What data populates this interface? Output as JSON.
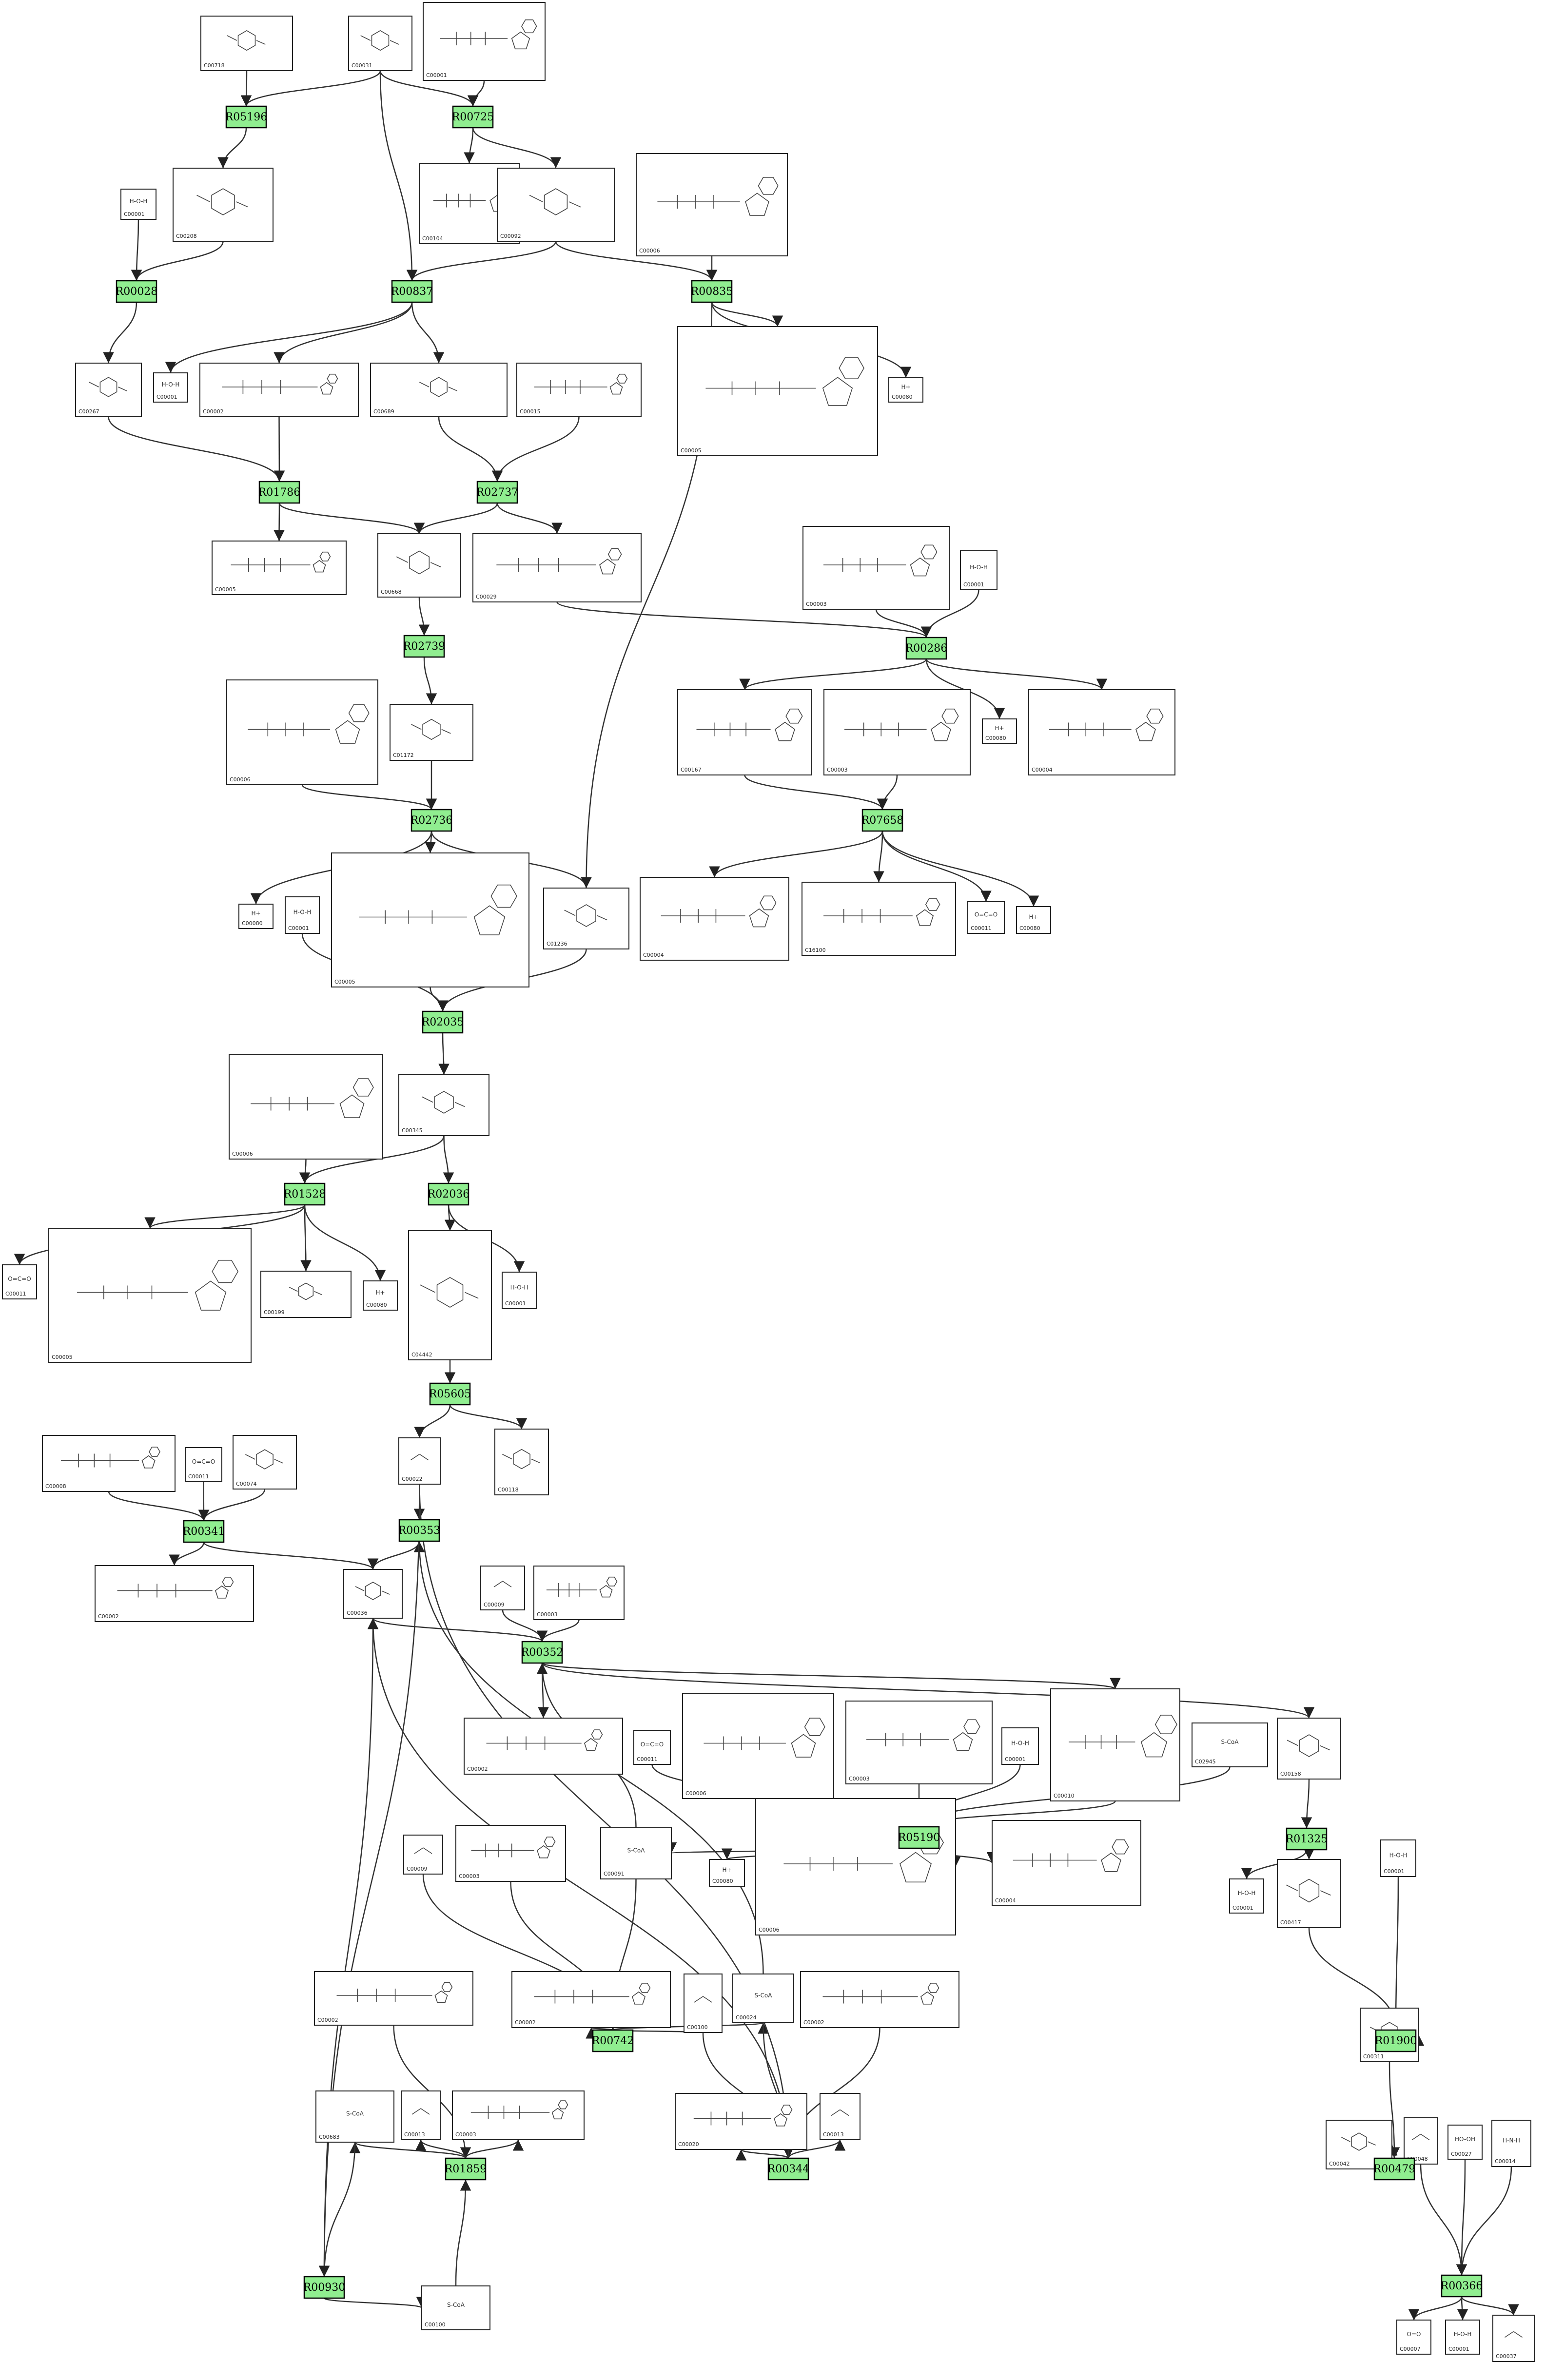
{
  "colors": {
    "reaction": "#90ee90",
    "edge": "#333333",
    "box": "#222222"
  },
  "compounds": [
    {
      "id": "c1",
      "label": "C00718",
      "kind": "sugar"
    },
    {
      "id": "c2",
      "label": "C00031",
      "kind": "sugar"
    },
    {
      "id": "c3",
      "label": "C00001",
      "kind": "nucleotide"
    },
    {
      "id": "c4",
      "label": "C00001",
      "kind": "small",
      "text": "H-O-H"
    },
    {
      "id": "c5",
      "label": "C00208",
      "kind": "sugar"
    },
    {
      "id": "c6",
      "label": "C00104",
      "kind": "nucleotide"
    },
    {
      "id": "c7",
      "label": "C00092",
      "kind": "sugar"
    },
    {
      "id": "c8",
      "label": "C00006",
      "kind": "nucleotide"
    },
    {
      "id": "c9",
      "label": "C00267",
      "kind": "sugar"
    },
    {
      "id": "c10",
      "label": "C00001",
      "kind": "small",
      "text": "H-O-H"
    },
    {
      "id": "c11",
      "label": "C00002",
      "kind": "nucleotide"
    },
    {
      "id": "c12",
      "label": "C00689",
      "kind": "sugar"
    },
    {
      "id": "c13",
      "label": "C00015",
      "kind": "nucleotide"
    },
    {
      "id": "c14",
      "label": "C00005",
      "kind": "nucleotide"
    },
    {
      "id": "c15",
      "label": "C00080",
      "kind": "small",
      "text": "H+"
    },
    {
      "id": "c16",
      "label": "C00005",
      "kind": "nucleotide"
    },
    {
      "id": "c17",
      "label": "C00668",
      "kind": "sugar"
    },
    {
      "id": "c18",
      "label": "C00029",
      "kind": "nucleotide"
    },
    {
      "id": "c19",
      "label": "C00003",
      "kind": "nucleotide"
    },
    {
      "id": "c20",
      "label": "C00001",
      "kind": "small",
      "text": "H-O-H"
    },
    {
      "id": "c21",
      "label": "C00006",
      "kind": "nucleotide"
    },
    {
      "id": "c22",
      "label": "C01172",
      "kind": "sugar"
    },
    {
      "id": "c23",
      "label": "C00167",
      "kind": "nucleotide"
    },
    {
      "id": "c24",
      "label": "C00003",
      "kind": "nucleotide"
    },
    {
      "id": "c25",
      "label": "C00080",
      "kind": "small",
      "text": "H+"
    },
    {
      "id": "c26",
      "label": "C00004",
      "kind": "nucleotide"
    },
    {
      "id": "c27",
      "label": "C00080",
      "kind": "small",
      "text": "H+"
    },
    {
      "id": "c28",
      "label": "C00001",
      "kind": "small",
      "text": "H-O-H"
    },
    {
      "id": "c29",
      "label": "C00005",
      "kind": "nucleotide"
    },
    {
      "id": "c30",
      "label": "C01236",
      "kind": "sugar"
    },
    {
      "id": "c31",
      "label": "C00004",
      "kind": "nucleotide"
    },
    {
      "id": "c32",
      "label": "C16100",
      "kind": "nucleotide"
    },
    {
      "id": "c33",
      "label": "C00011",
      "kind": "small",
      "text": "O=C=O"
    },
    {
      "id": "c34",
      "label": "C00080",
      "kind": "small",
      "text": "H+"
    },
    {
      "id": "c35",
      "label": "C00006",
      "kind": "nucleotide"
    },
    {
      "id": "c36",
      "label": "C00345",
      "kind": "sugar"
    },
    {
      "id": "c37",
      "label": "C00011",
      "kind": "small",
      "text": "O=C=O"
    },
    {
      "id": "c38",
      "label": "C00005",
      "kind": "nucleotide"
    },
    {
      "id": "c39",
      "label": "C00199",
      "kind": "sugar"
    },
    {
      "id": "c40",
      "label": "C00080",
      "kind": "small",
      "text": "H+"
    },
    {
      "id": "c41",
      "label": "C04442",
      "kind": "sugar"
    },
    {
      "id": "c42",
      "label": "C00001",
      "kind": "small",
      "text": "H-O-H"
    },
    {
      "id": "c43",
      "label": "C00022",
      "kind": "small"
    },
    {
      "id": "c44",
      "label": "C00118",
      "kind": "sugar"
    },
    {
      "id": "c45",
      "label": "C00008",
      "kind": "nucleotide"
    },
    {
      "id": "c46",
      "label": "C00011",
      "kind": "small",
      "text": "O=C=O"
    },
    {
      "id": "c47",
      "label": "C00074",
      "kind": "sugar"
    },
    {
      "id": "c48",
      "label": "C00002",
      "kind": "nucleotide"
    },
    {
      "id": "c49",
      "label": "C00036",
      "kind": "sugar"
    },
    {
      "id": "c50",
      "label": "C00009",
      "kind": "small"
    },
    {
      "id": "c51",
      "label": "C00003",
      "kind": "nucleotide"
    },
    {
      "id": "c52",
      "label": "C00002",
      "kind": "nucleotide"
    },
    {
      "id": "c53",
      "label": "C00011",
      "kind": "small",
      "text": "O=C=O"
    },
    {
      "id": "c54",
      "label": "C00006",
      "kind": "nucleotide"
    },
    {
      "id": "c55",
      "label": "C00003",
      "kind": "nucleotide"
    },
    {
      "id": "c56",
      "label": "C00001",
      "kind": "small",
      "text": "H-O-H"
    },
    {
      "id": "c57",
      "label": "C00010",
      "kind": "nucleotide"
    },
    {
      "id": "c58",
      "label": "C02945",
      "kind": "small",
      "text": "S-CoA"
    },
    {
      "id": "c59",
      "label": "C00158",
      "kind": "sugar"
    },
    {
      "id": "c60",
      "label": "C00009",
      "kind": "small"
    },
    {
      "id": "c61",
      "label": "C00003",
      "kind": "nucleotide"
    },
    {
      "id": "c62",
      "label": "C00091",
      "kind": "small",
      "text": "S-CoA"
    },
    {
      "id": "c63",
      "label": "C00080",
      "kind": "small",
      "text": "H+"
    },
    {
      "id": "c64",
      "label": "C00006",
      "kind": "nucleotide"
    },
    {
      "id": "c65",
      "label": "C00004",
      "kind": "nucleotide"
    },
    {
      "id": "c66",
      "label": "C00001",
      "kind": "small",
      "text": "H-O-H"
    },
    {
      "id": "c67",
      "label": "C00417",
      "kind": "sugar"
    },
    {
      "id": "c68",
      "label": "C00001",
      "kind": "small",
      "text": "H-O-H"
    },
    {
      "id": "c69",
      "label": "C00002",
      "kind": "nucleotide"
    },
    {
      "id": "c70",
      "label": "C00002",
      "kind": "nucleotide"
    },
    {
      "id": "c71",
      "label": "C00100",
      "kind": "small"
    },
    {
      "id": "c72",
      "label": "C00024",
      "kind": "small",
      "text": "S-CoA"
    },
    {
      "id": "c73",
      "label": "C00002",
      "kind": "nucleotide"
    },
    {
      "id": "c74",
      "label": "C00311",
      "kind": "sugar"
    },
    {
      "id": "c75",
      "label": "C00683",
      "kind": "small",
      "text": "S-CoA"
    },
    {
      "id": "c76",
      "label": "C00013",
      "kind": "small"
    },
    {
      "id": "c77",
      "label": "C00003",
      "kind": "nucleotide"
    },
    {
      "id": "c78",
      "label": "C00020",
      "kind": "nucleotide"
    },
    {
      "id": "c79",
      "label": "C00013",
      "kind": "small"
    },
    {
      "id": "c80",
      "label": "C00042",
      "kind": "sugar"
    },
    {
      "id": "c81",
      "label": "C00048",
      "kind": "small"
    },
    {
      "id": "c82",
      "label": "C00027",
      "kind": "small",
      "text": "HO-OH"
    },
    {
      "id": "c83",
      "label": "C00014",
      "kind": "small",
      "text": "H-N-H"
    },
    {
      "id": "c84",
      "label": "C00100",
      "kind": "small",
      "text": "S-CoA"
    },
    {
      "id": "c85",
      "label": "C00007",
      "kind": "small",
      "text": "O=O"
    },
    {
      "id": "c86",
      "label": "C00001",
      "kind": "small",
      "text": "H-O-H"
    },
    {
      "id": "c87",
      "label": "C00037",
      "kind": "small"
    }
  ],
  "reactions": [
    {
      "id": "r1",
      "label": "R05196"
    },
    {
      "id": "r2",
      "label": "R00725"
    },
    {
      "id": "r3",
      "label": "R00028"
    },
    {
      "id": "r4",
      "label": "R00837"
    },
    {
      "id": "r5",
      "label": "R00835"
    },
    {
      "id": "r6",
      "label": "R01786"
    },
    {
      "id": "r7",
      "label": "R02737"
    },
    {
      "id": "r8",
      "label": "R02739"
    },
    {
      "id": "r9",
      "label": "R00286"
    },
    {
      "id": "r10",
      "label": "R02736"
    },
    {
      "id": "r11",
      "label": "R07658"
    },
    {
      "id": "r12",
      "label": "R02035"
    },
    {
      "id": "r13",
      "label": "R01528"
    },
    {
      "id": "r14",
      "label": "R02036"
    },
    {
      "id": "r15",
      "label": "R05605"
    },
    {
      "id": "r16",
      "label": "R00341"
    },
    {
      "id": "r17",
      "label": "R00353"
    },
    {
      "id": "r18",
      "label": "R00352"
    },
    {
      "id": "r19",
      "label": "R05190"
    },
    {
      "id": "r20",
      "label": "R01325"
    },
    {
      "id": "r21",
      "label": "R00742"
    },
    {
      "id": "r22",
      "label": "R01900"
    },
    {
      "id": "r23",
      "label": "R01859"
    },
    {
      "id": "r24",
      "label": "R00344"
    },
    {
      "id": "r25",
      "label": "R00479"
    },
    {
      "id": "r26",
      "label": "R00930"
    },
    {
      "id": "r27",
      "label": "R00366"
    }
  ],
  "edges": [
    [
      "c1",
      "r1"
    ],
    [
      "c2",
      "r1"
    ],
    [
      "c2",
      "r2"
    ],
    [
      "c3",
      "r2"
    ],
    [
      "r1",
      "c5"
    ],
    [
      "r2",
      "c6"
    ],
    [
      "r2",
      "c7"
    ],
    [
      "c4",
      "r3"
    ],
    [
      "c5",
      "r3"
    ],
    [
      "r3",
      "c9"
    ],
    [
      "c2",
      "r4"
    ],
    [
      "c7",
      "r4"
    ],
    [
      "c7",
      "r5"
    ],
    [
      "c8",
      "r5"
    ],
    [
      "r4",
      "c10"
    ],
    [
      "r4",
      "c11"
    ],
    [
      "r4",
      "c12"
    ],
    [
      "r5",
      "c14"
    ],
    [
      "r5",
      "c15"
    ],
    [
      "c9",
      "r6"
    ],
    [
      "c11",
      "r6"
    ],
    [
      "c12",
      "r7"
    ],
    [
      "c13",
      "r7"
    ],
    [
      "r6",
      "c16"
    ],
    [
      "r6",
      "c17"
    ],
    [
      "r7",
      "c17"
    ],
    [
      "r7",
      "c18"
    ],
    [
      "c17",
      "r8"
    ],
    [
      "r8",
      "c22"
    ],
    [
      "c18",
      "r9"
    ],
    [
      "c19",
      "r9"
    ],
    [
      "c20",
      "r9"
    ],
    [
      "r9",
      "c23"
    ],
    [
      "r9",
      "c25"
    ],
    [
      "r9",
      "c26"
    ],
    [
      "c21",
      "r10"
    ],
    [
      "c22",
      "r10"
    ],
    [
      "c23",
      "r11"
    ],
    [
      "c24",
      "r11"
    ],
    [
      "r10",
      "c27"
    ],
    [
      "r10",
      "c29"
    ],
    [
      "r10",
      "c30"
    ],
    [
      "r5",
      "c30"
    ],
    [
      "r11",
      "c31"
    ],
    [
      "r11",
      "c32"
    ],
    [
      "r11",
      "c33"
    ],
    [
      "r11",
      "c34"
    ],
    [
      "c28",
      "r12"
    ],
    [
      "c29",
      "r12"
    ],
    [
      "c30",
      "r12"
    ],
    [
      "r12",
      "c36"
    ],
    [
      "c35",
      "r13"
    ],
    [
      "c36",
      "r13"
    ],
    [
      "c36",
      "r14"
    ],
    [
      "r13",
      "c37"
    ],
    [
      "r13",
      "c38"
    ],
    [
      "r13",
      "c39"
    ],
    [
      "r13",
      "c40"
    ],
    [
      "r14",
      "c41"
    ],
    [
      "r14",
      "c42"
    ],
    [
      "c41",
      "r15"
    ],
    [
      "r15",
      "c43"
    ],
    [
      "r15",
      "c44"
    ],
    [
      "c45",
      "r16"
    ],
    [
      "c46",
      "r16"
    ],
    [
      "c47",
      "r16"
    ],
    [
      "c43",
      "r17"
    ],
    [
      "r16",
      "c48"
    ],
    [
      "r16",
      "c49"
    ],
    [
      "r17",
      "c49"
    ],
    [
      "c49",
      "r18"
    ],
    [
      "c50",
      "r18"
    ],
    [
      "c51",
      "r18"
    ],
    [
      "r18",
      "c52"
    ],
    [
      "r18",
      "c57"
    ],
    [
      "r18",
      "c59"
    ],
    [
      "c53",
      "r19"
    ],
    [
      "c54",
      "r19"
    ],
    [
      "c55",
      "r19"
    ],
    [
      "c56",
      "r19"
    ],
    [
      "c57",
      "r19"
    ],
    [
      "c58",
      "r19"
    ],
    [
      "c59",
      "r20"
    ],
    [
      "r20",
      "c66"
    ],
    [
      "r20",
      "c67"
    ],
    [
      "r19",
      "c62"
    ],
    [
      "r19",
      "c63"
    ],
    [
      "r19",
      "c64"
    ],
    [
      "r19",
      "c65"
    ],
    [
      "c60",
      "r21"
    ],
    [
      "c61",
      "r21"
    ],
    [
      "c62",
      "r21"
    ],
    [
      "c67",
      "r22"
    ],
    [
      "c68",
      "r22"
    ],
    [
      "r22",
      "c74"
    ],
    [
      "r21",
      "c70"
    ],
    [
      "r21",
      "c71"
    ],
    [
      "r21",
      "c72"
    ],
    [
      "c69",
      "r23"
    ],
    [
      "c71",
      "r24"
    ],
    [
      "c72",
      "r24"
    ],
    [
      "c73",
      "r24"
    ],
    [
      "c74",
      "r25"
    ],
    [
      "r23",
      "c75"
    ],
    [
      "r23",
      "c76"
    ],
    [
      "r23",
      "c77"
    ],
    [
      "r24",
      "c78"
    ],
    [
      "r24",
      "c79"
    ],
    [
      "r25",
      "c80"
    ],
    [
      "r25",
      "c81"
    ],
    [
      "c75",
      "r26"
    ],
    [
      "c84",
      "r23"
    ],
    [
      "r26",
      "c84"
    ],
    [
      "c81",
      "r27"
    ],
    [
      "c82",
      "r27"
    ],
    [
      "c83",
      "r27"
    ],
    [
      "r27",
      "c85"
    ],
    [
      "r27",
      "c86"
    ],
    [
      "r27",
      "c87"
    ],
    [
      "c43",
      "r24"
    ],
    [
      "c72",
      "r17"
    ],
    [
      "c62",
      "r18"
    ],
    [
      "r26",
      "c49"
    ],
    [
      "r24",
      "c49"
    ],
    [
      "c43",
      "r26"
    ]
  ]
}
